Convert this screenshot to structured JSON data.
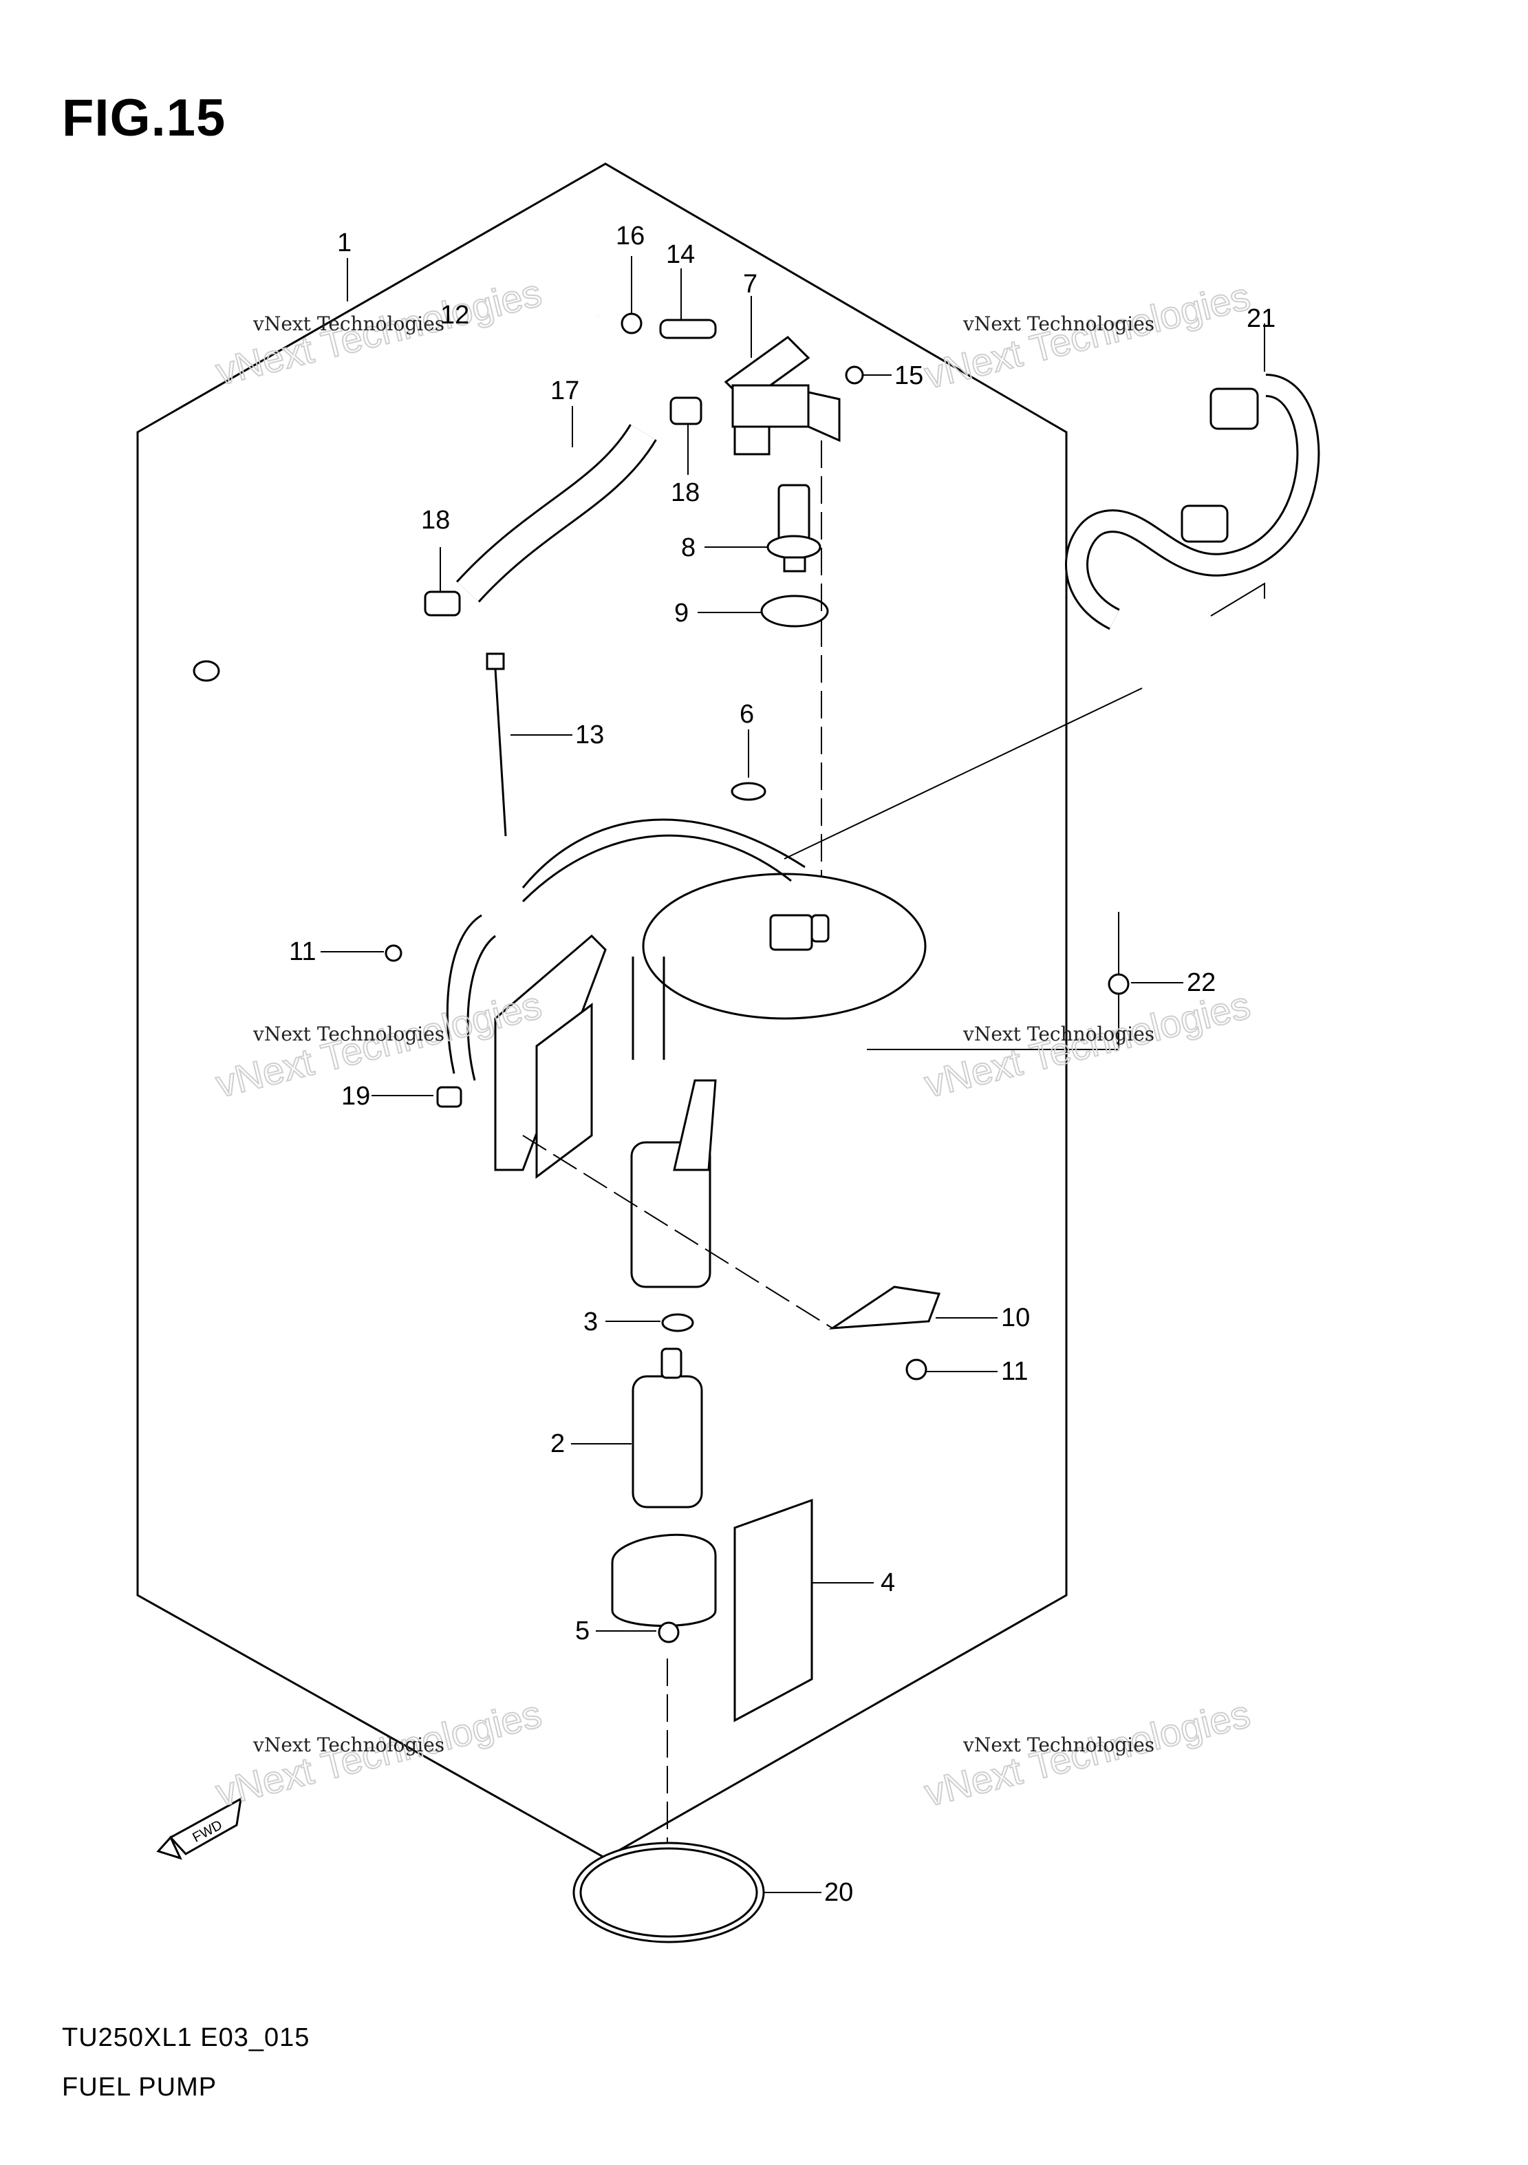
{
  "figure": {
    "title": "FIG.15",
    "code": "TU250XL1 E03_015",
    "name": "FUEL PUMP"
  },
  "watermark": {
    "small_text": "vNext Technologies",
    "big_text": "vNext Technologies"
  },
  "fwd_label": "FWD",
  "callouts": [
    "1",
    "2",
    "3",
    "4",
    "5",
    "6",
    "7",
    "8",
    "9",
    "10",
    "11",
    "12",
    "13",
    "14",
    "15",
    "16",
    "17",
    "18",
    "19",
    "20",
    "21",
    "22"
  ],
  "callout_list": [
    {
      "id": "c1",
      "label": "1"
    },
    {
      "id": "c12",
      "label": "12"
    },
    {
      "id": "c16",
      "label": "16"
    },
    {
      "id": "c14",
      "label": "14"
    },
    {
      "id": "c7",
      "label": "7"
    },
    {
      "id": "c15",
      "label": "15"
    },
    {
      "id": "c17",
      "label": "17"
    },
    {
      "id": "c18a",
      "label": "18"
    },
    {
      "id": "c18b",
      "label": "18"
    },
    {
      "id": "c8",
      "label": "8"
    },
    {
      "id": "c9",
      "label": "9"
    },
    {
      "id": "c6",
      "label": "6"
    },
    {
      "id": "c13",
      "label": "13"
    },
    {
      "id": "c21",
      "label": "21"
    },
    {
      "id": "c11a",
      "label": "11"
    },
    {
      "id": "c22",
      "label": "22"
    },
    {
      "id": "c19",
      "label": "19"
    },
    {
      "id": "c3",
      "label": "3"
    },
    {
      "id": "c10",
      "label": "10"
    },
    {
      "id": "c11b",
      "label": "11"
    },
    {
      "id": "c2",
      "label": "2"
    },
    {
      "id": "c4",
      "label": "4"
    },
    {
      "id": "c5",
      "label": "5"
    },
    {
      "id": "c20",
      "label": "20"
    }
  ]
}
